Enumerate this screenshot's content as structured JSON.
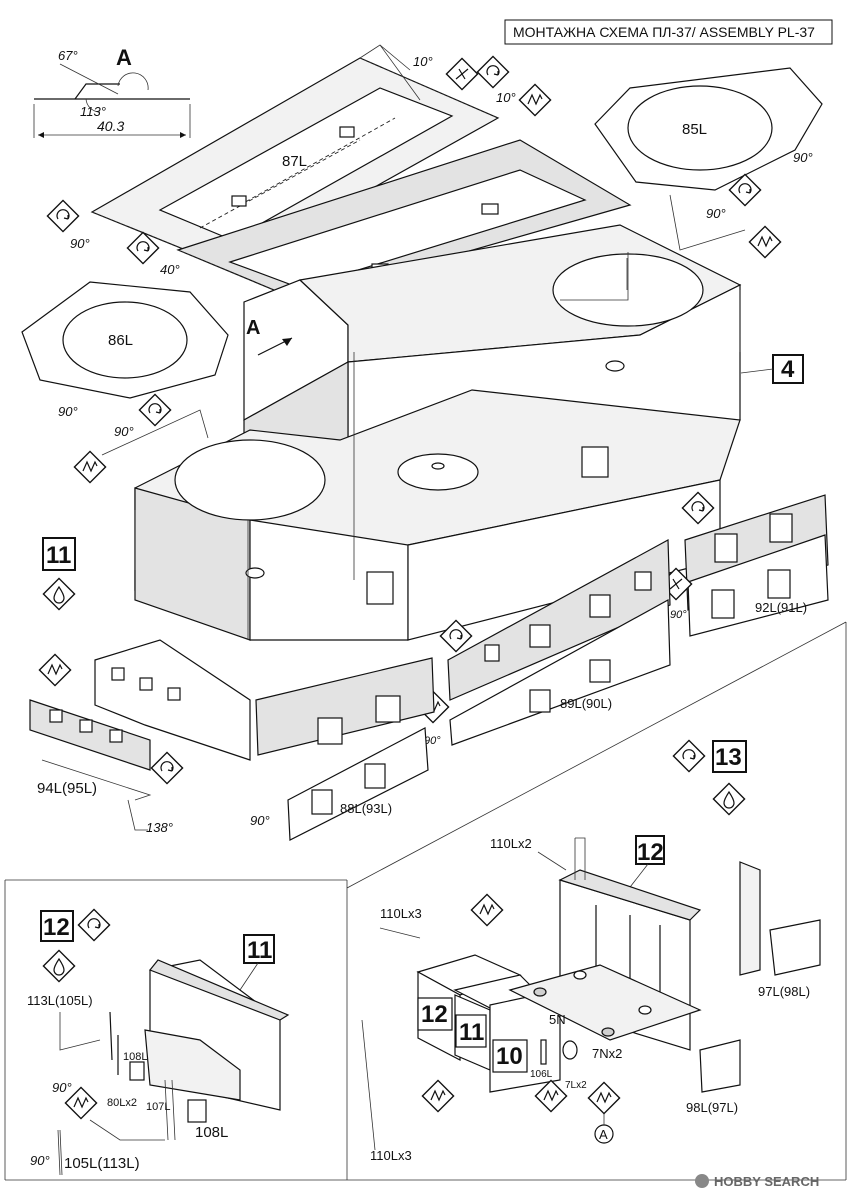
{
  "title": "МОНТАЖНА СХЕМА ПЛ-37/ ASSEMBLY PL-37",
  "watermark": "HOBBY SEARCH",
  "view_marker": "A",
  "detail_A": {
    "letter": "A",
    "angle_top": "67°",
    "angle_inner": "113°",
    "dimension": "40.3"
  },
  "steps": {
    "main_step": "4",
    "step_11": "11",
    "step_13": "13",
    "step_12": "12",
    "inset_12_step": "12",
    "inset_11_step": "11",
    "box_12": "12",
    "box_11": "11",
    "box_10": "10"
  },
  "parts": {
    "p87": "87L",
    "p85": "85L",
    "p86": "86L",
    "p92": "92L(91L)",
    "p89": "89L(90L)",
    "p94": "94L(95L)",
    "p88": "88L(93L)",
    "p110_x2": "110Lx2",
    "p110_x3_top": "110Lx3",
    "p110_x3_bottom": "110Lx3",
    "p97": "97L(98L)",
    "p98": "98L(97L)",
    "p5n": "5N",
    "p7n": "7Nx2",
    "p7l": "7Lx2",
    "p106": "106L",
    "marker_A_circle": "A",
    "p113": "113L(105L)",
    "p108_a": "108L",
    "p80": "80Lx2",
    "p107": "107L",
    "p108_b": "108L",
    "p105": "105L(113L)"
  },
  "angles": {
    "a10_1": "10°",
    "a10_2": "10°",
    "a90_87": "90°",
    "a40_87": "40°",
    "a90_85a": "90°",
    "a90_85b": "90°",
    "a90_86a": "90°",
    "a90_86b": "90°",
    "a90_92": "90°",
    "a90_89": "90°",
    "a138": "138°",
    "a90_88": "90°",
    "a90_inset1": "90°",
    "a90_inset2": "90°"
  },
  "icons": [
    "bend-icon",
    "fold-icon",
    "glue-icon",
    "twist-icon"
  ],
  "colors": {
    "line": "#111111",
    "paper": "#ffffff",
    "panel_shade": "#e3e3e3"
  }
}
